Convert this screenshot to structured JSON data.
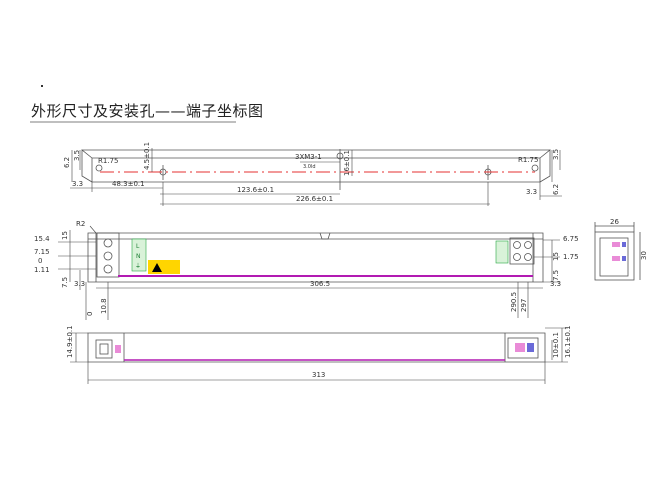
{
  "title": "外形尺寸及安装孔——端子坐标图",
  "colors": {
    "line": "#555555",
    "dim": "#444444",
    "magenta": "#b21ab2",
    "red_centerline": "#e53030",
    "terminal_green": "#27a844",
    "warning_yellow": "#ffd500",
    "connector_pink": "#e98bd7",
    "connector_blue": "#6a6ad8"
  },
  "top_view": {
    "dims": {
      "d6_2": "6.2",
      "d3_5_left": "3.5",
      "r_left": "R1.75",
      "d4_5": "4.5±0.1",
      "hole_label": "3XM3-1",
      "hole_sub": "3.0ld",
      "d16": "16±0.1",
      "r_right": "R1.75",
      "d3_5_right": "3.5",
      "d6_2_right": "6.2",
      "d3_3_left": "3.3",
      "d48_3": "48.3±0.1",
      "d123_6": "123.6±0.1",
      "d3_3_right": "3.3",
      "d226_6": "226.6±0.1"
    }
  },
  "front_view": {
    "dims": {
      "r2": "R2",
      "d15_4": "15.4",
      "d15": "15",
      "d7_15": "7.15",
      "d0": "0",
      "d1_11": "1.11",
      "d7_5_left": "7.5",
      "d3_3_left": "3.3",
      "d306_5": "306.5",
      "d0_bottom": "0",
      "d10_8": "10.8",
      "d290_5": "290.5",
      "d297": "297",
      "d6_75": "6.75",
      "d15_right": "15",
      "d1_75": "1.75",
      "d7_5_right": "7.5",
      "d3_3_right": "3.3"
    },
    "terminal_labels": [
      "L",
      "N",
      "⏚"
    ]
  },
  "side_view": {
    "dims": {
      "d26": "26",
      "d30": "30"
    }
  },
  "bottom_view": {
    "dims": {
      "d14_9": "14.9±0.1",
      "d10": "10±0.1",
      "d16_1": "16.1±0.1",
      "d313": "313"
    }
  }
}
